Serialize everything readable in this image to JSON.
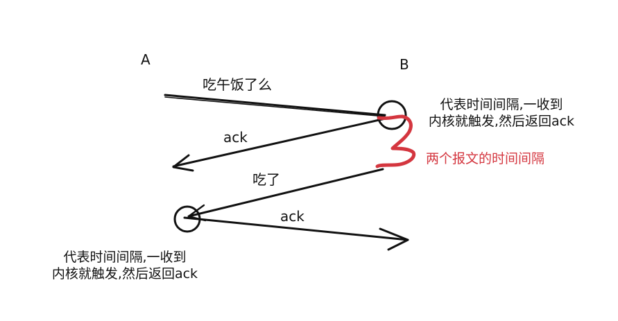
{
  "nodes": {
    "a": "A",
    "b": "B"
  },
  "messages": {
    "lunch": "吃午饭了么",
    "ack1": "ack",
    "ate": "吃了",
    "ack2": "ack"
  },
  "notes": {
    "b_line1": "代表时间间隔,一收到",
    "b_line2": "内核就触发,然后返回ack",
    "a_line1": "代表时间间隔,一收到",
    "a_line2": "内核就触发,然后返回ack",
    "interval": "两个报文的时间间隔"
  },
  "colors": {
    "ink": "#111111",
    "highlight": "#d4363f"
  }
}
